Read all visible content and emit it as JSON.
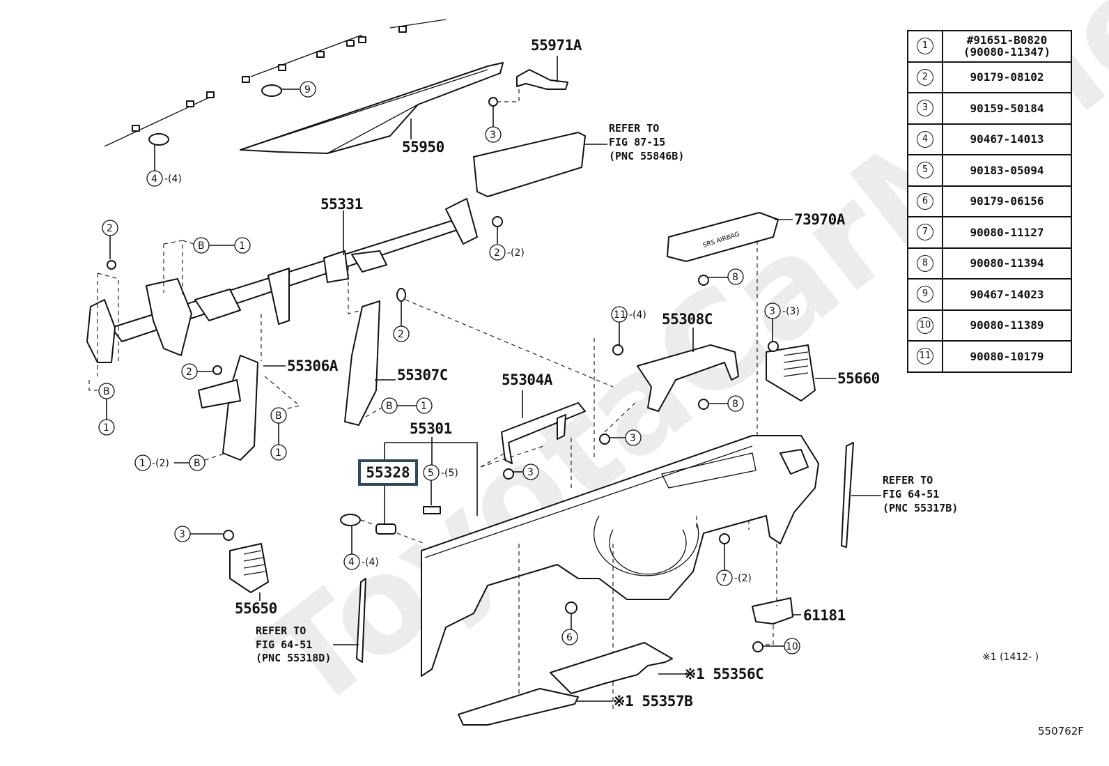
{
  "watermark": "ToyotaCarMine",
  "figure_id": "550762F",
  "note": "※1 (1412-       )",
  "legend": [
    {
      "key": "1",
      "part": "#91651-B0820",
      "alt": "(90080-11347)"
    },
    {
      "key": "2",
      "part": "90179-08102"
    },
    {
      "key": "3",
      "part": "90159-50184"
    },
    {
      "key": "4",
      "part": "90467-14013"
    },
    {
      "key": "5",
      "part": "90183-05094"
    },
    {
      "key": "6",
      "part": "90179-06156"
    },
    {
      "key": "7",
      "part": "90080-11127"
    },
    {
      "key": "8",
      "part": "90080-11394"
    },
    {
      "key": "9",
      "part": "90467-14023"
    },
    {
      "key": "10",
      "part": "90080-11389"
    },
    {
      "key": "11",
      "part": "90080-10179"
    }
  ],
  "parts": {
    "p55971A": "55971A",
    "p55950": "55950",
    "p55331": "55331",
    "p73970A": "73970A",
    "p55308C": "55308C",
    "p55306A": "55306A",
    "p55307C": "55307C",
    "p55304A": "55304A",
    "p55660": "55660",
    "p55301": "55301",
    "p55328": "55328",
    "p55650": "55650",
    "p61181": "61181",
    "p55356C": "※1 55356C",
    "p55357B": "※1 55357B"
  },
  "refer_notes": {
    "upper": {
      "l1": "REFER TO",
      "l2": "FIG 87-15",
      "l3": "(PNC 55846B)"
    },
    "right": {
      "l1": "REFER TO",
      "l2": "FIG 64-51",
      "l3": "(PNC 55317B)"
    },
    "left": {
      "l1": "REFER TO",
      "l2": "FIG 64-51",
      "l3": "(PNC 55318D)"
    }
  },
  "airbag_text": "SRS AIRBAG",
  "callouts": {
    "c9": "9",
    "c4a": "4",
    "q4a": "-(4)",
    "c3a": "3",
    "c2a": "2",
    "cBa": "B",
    "c1a": "1",
    "c2b": "2",
    "q2b": "-(2)",
    "c8a": "8",
    "c11": "11",
    "q11": "-(4)",
    "c3b": "3",
    "q3b": "-(3)",
    "c2c": "2",
    "c2d": "2",
    "cBb": "B",
    "c1b": "1",
    "cBc": "B",
    "c1c": "1",
    "cBd": "B",
    "c1d": "1",
    "c1e": "1",
    "q1e": "-(2)",
    "cBe": "B",
    "c8b": "8",
    "c3c": "3",
    "c3d": "3",
    "c5": "5",
    "q5": "-(5)",
    "c3e": "3",
    "c4b": "4",
    "q4b": "-(4)",
    "c7": "7",
    "q7": "-(2)",
    "c6": "6",
    "c10": "10"
  }
}
